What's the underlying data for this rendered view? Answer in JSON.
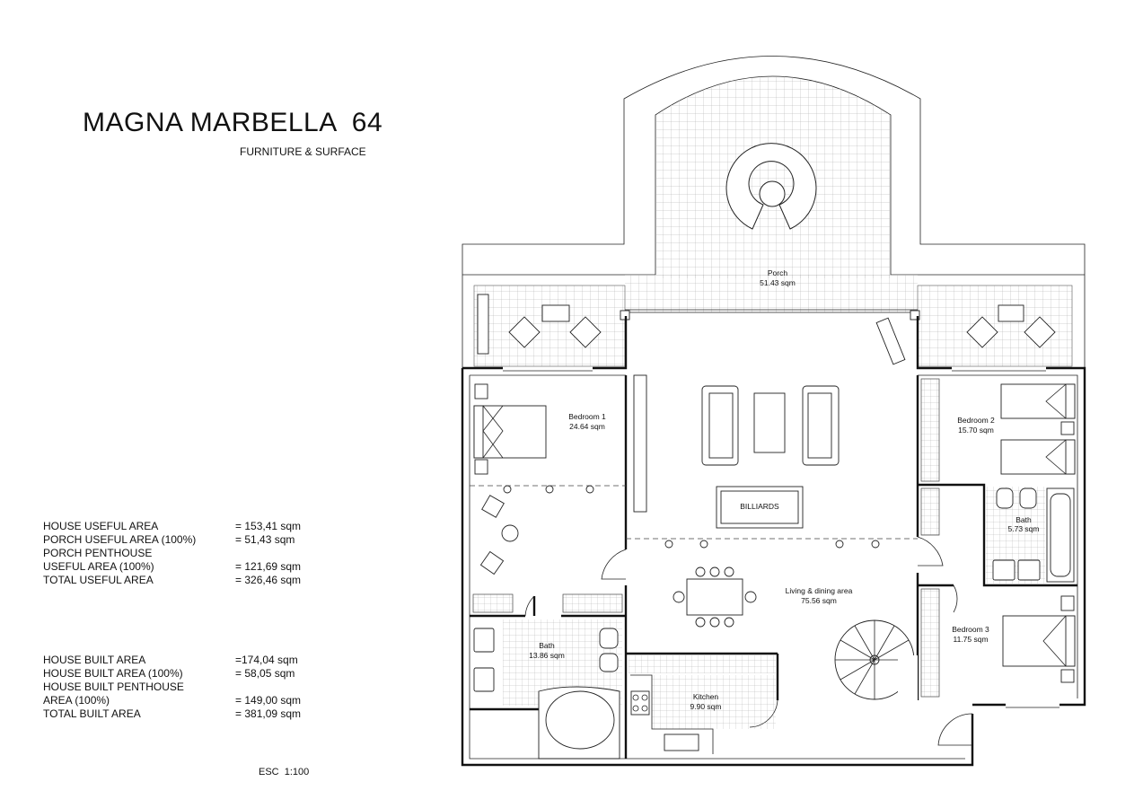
{
  "header": {
    "title": "MAGNA MARBELLA  64",
    "subtitle": "FURNITURE & SURFACE"
  },
  "useful_areas": [
    {
      "label": "HOUSE USEFUL AREA",
      "value": "= 153,41 sqm"
    },
    {
      "label": "PORCH USEFUL AREA (100%)",
      "value": "= 51,43 sqm"
    },
    {
      "label": "PORCH PENTHOUSE",
      "value": ""
    },
    {
      "label": "USEFUL AREA (100%)",
      "value": "= 121,69 sqm"
    },
    {
      "label": "TOTAL USEFUL AREA",
      "value": "= 326,46 sqm"
    }
  ],
  "built_areas": [
    {
      "label": "HOUSE BUILT AREA",
      "value": "=174,04 sqm"
    },
    {
      "label": "HOUSE BUILT AREA (100%)",
      "value": "= 58,05 sqm"
    },
    {
      "label": "HOUSE BUILT PENTHOUSE",
      "value": ""
    },
    {
      "label": "AREA (100%)",
      "value": "= 149,00 sqm"
    },
    {
      "label": "TOTAL BUILT AREA",
      "value": "= 381,09 sqm"
    }
  ],
  "scale": "ESC  1:100",
  "rooms": {
    "porch": {
      "name": "Porch",
      "area": "51.43 sqm"
    },
    "bedroom1": {
      "name": "Bedroom 1",
      "area": "24.64 sqm"
    },
    "bedroom2": {
      "name": "Bedroom 2",
      "area": "15.70 sqm"
    },
    "bedroom3": {
      "name": "Bedroom 3",
      "area": "11.75 sqm"
    },
    "bath1": {
      "name": "Bath",
      "area": "13.86 sqm"
    },
    "bath2": {
      "name": "Bath",
      "area": "5.73 sqm"
    },
    "living": {
      "name": "Living & dining area",
      "area": "75.56 sqm"
    },
    "kitchen": {
      "name": "Kitchen",
      "area": "9.90 sqm"
    },
    "billiards": {
      "name": "BILLIARDS"
    }
  }
}
